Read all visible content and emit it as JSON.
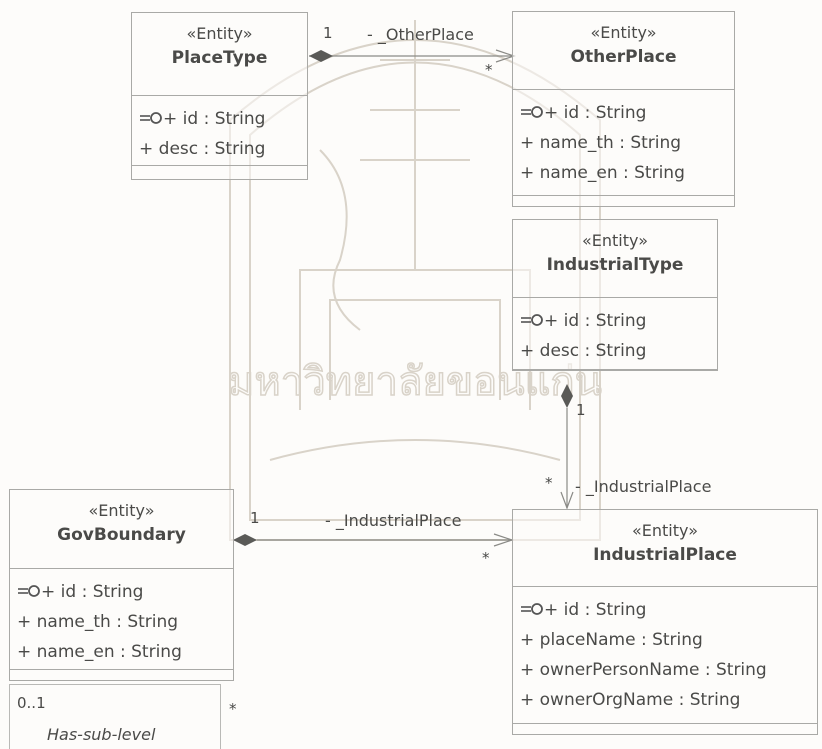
{
  "watermark": {
    "text": "มหาวิทยาลัยขอนแก่น"
  },
  "entities": {
    "placetype": {
      "stereotype": "«Entity»",
      "name": "PlaceType",
      "attrs": [
        {
          "text": "+ id : String",
          "key": true
        },
        {
          "text": "+ desc : String",
          "key": false
        }
      ]
    },
    "otherplace": {
      "stereotype": "«Entity»",
      "name": "OtherPlace",
      "attrs": [
        {
          "text": "+ id : String",
          "key": true
        },
        {
          "text": "+ name_th : String",
          "key": false
        },
        {
          "text": "+ name_en : String",
          "key": false
        }
      ]
    },
    "industrialtype": {
      "stereotype": "«Entity»",
      "name": "IndustrialType",
      "attrs": [
        {
          "text": "+ id : String",
          "key": true
        },
        {
          "text": "+ desc : String",
          "key": false
        }
      ]
    },
    "govboundary": {
      "stereotype": "«Entity»",
      "name": "GovBoundary",
      "attrs": [
        {
          "text": "+ id : String",
          "key": true
        },
        {
          "text": "+ name_th : String",
          "key": false
        },
        {
          "text": "+ name_en : String",
          "key": false
        }
      ]
    },
    "industrialplace": {
      "stereotype": "«Entity»",
      "name": "IndustrialPlace",
      "attrs": [
        {
          "text": "+ id : String",
          "key": true
        },
        {
          "text": "+ placeName : String",
          "key": false
        },
        {
          "text": "+ ownerPersonName : String",
          "key": false
        },
        {
          "text": "+ ownerOrgName : String",
          "key": false
        }
      ]
    }
  },
  "associations": {
    "otherplace_role": "- _OtherPlace",
    "industrialplace_role_vertical": "- _IndustrialPlace",
    "industrialplace_role_horizontal": "- _IndustrialPlace",
    "one": "1",
    "many": "*",
    "self_mult": "0..1",
    "self_role": "Has-sub-level"
  }
}
